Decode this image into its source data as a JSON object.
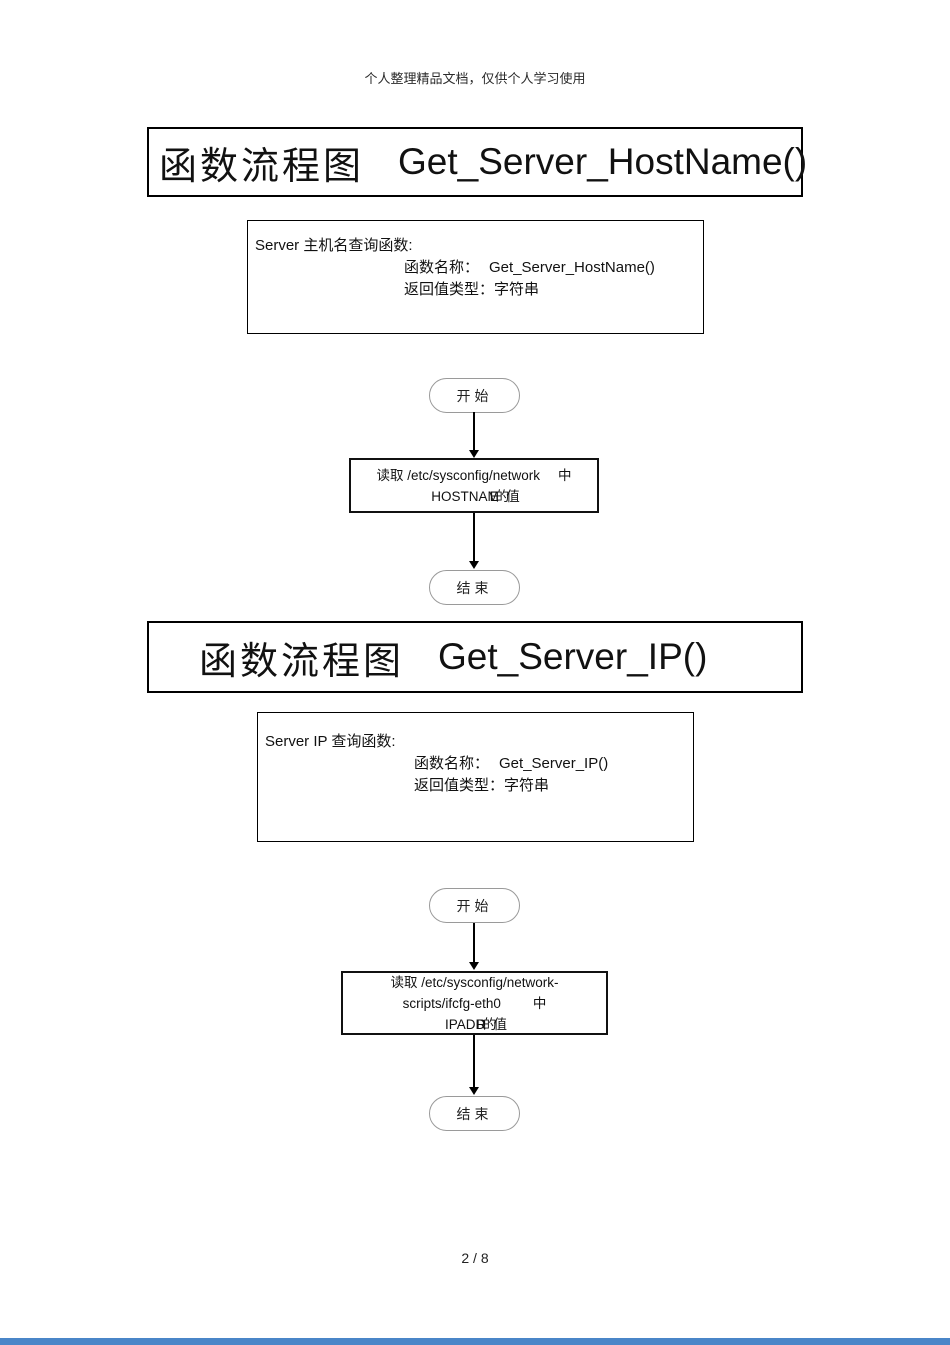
{
  "page": {
    "header_note": "个人整理精品文档，仅供个人学习使用",
    "page_number": "2 / 8"
  },
  "colors": {
    "bottom_bar": "#4a86c8",
    "oval_border": "#9a9a9a",
    "box_border": "#000000"
  },
  "sections": [
    {
      "title_cn": "函数流程图",
      "title_fn": "Get_Server_HostName()",
      "desc": {
        "line1": "Server 主机名查询函数:",
        "name_label": "函数名称：",
        "name_value": "Get_Server_HostName()",
        "ret_label": "返回值类型：",
        "ret_value": "字符串"
      },
      "flow": {
        "start": "开始",
        "proc_line1": "读取 /etc/sysconfig/network",
        "proc_line1_suffix": "中",
        "proc_line2_a": "HOSTNAM",
        "proc_line2_b": "E的值",
        "end": "结束"
      }
    },
    {
      "title_cn": "函数流程图",
      "title_fn": "Get_Server_IP()",
      "desc": {
        "line1": "Server IP  查询函数:",
        "name_label": "函数名称：",
        "name_value": "Get_Server_IP()",
        "ret_label": "返回值类型：",
        "ret_value": "字符串"
      },
      "flow": {
        "start": "开始",
        "proc_line1": "读取 /etc/sysconfig/network-",
        "proc_line2": "scripts/ifcfg-eth0",
        "proc_line2_suffix": "中",
        "proc_line3_a": "IPADD",
        "proc_line3_b": "R的值",
        "end": "结束"
      }
    }
  ]
}
